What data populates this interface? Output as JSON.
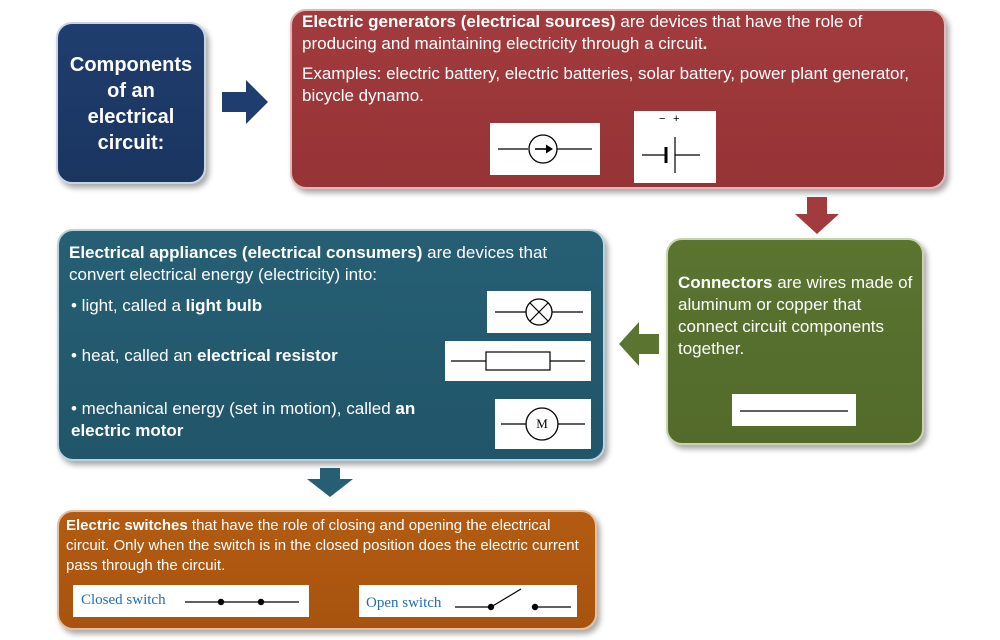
{
  "components_box": {
    "title": "Components of an electrical circuit:"
  },
  "generators": {
    "term": "Electric generators (electrical sources)",
    "definition": " are devices that have the role of producing and maintaining electricity through a circuit",
    "period": ".",
    "examples": "Examples: electric battery, electric batteries, solar battery, power plant generator, bicycle dynamo.",
    "battery_minus": "−",
    "battery_plus": "+"
  },
  "connectors": {
    "term": "Connectors",
    "definition": " are wires made of aluminum or copper that connect circuit components together."
  },
  "appliances": {
    "term": "Electrical appliances (electrical consumers)",
    "definition": " are devices that convert electrical energy (electricity) into:",
    "items": [
      {
        "bullet": "•",
        "prefix": " light, called a ",
        "bold": "light bulb"
      },
      {
        "bullet": "•",
        "prefix": " heat, called an ",
        "bold": "electrical resistor"
      },
      {
        "bullet": "•",
        "prefix": " mechanical energy (set in motion), called ",
        "bold": "an electric motor"
      }
    ],
    "motor_symbol_label": "M"
  },
  "switches": {
    "term": "Electric switches",
    "definition": " that have the role of closing and opening the electrical circuit. Only when the switch is in the closed position does the electric current pass through the circuit.",
    "closed_label": "Closed switch",
    "open_label": "Open switch"
  },
  "colors": {
    "navy": "#1f3d6e",
    "red": "#a23b3d",
    "green": "#5b7430",
    "teal": "#265f74",
    "orange": "#b35b12",
    "symbol_label_blue": "#1f6fb5"
  }
}
